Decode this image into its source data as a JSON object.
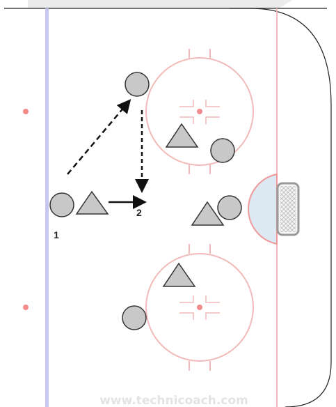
{
  "diagram": {
    "labels": {
      "player_one": "1",
      "pass_two": "2"
    },
    "watermark": "www.technicoach.com",
    "colors": {
      "background": "#ffffff",
      "board_line": "#222222",
      "blue_line": "#c7c7f2",
      "red_lines": "#f2b9b9",
      "faceoff_dots": "#f28c8c",
      "crease_fill": "#dde9f2",
      "crease_outline": "#ee9a9a",
      "player_fill": "#c8c8c8",
      "player_stroke": "#333333",
      "arrow": "#111111",
      "net": "#9a9a9a",
      "watermark": "#e3e3e3"
    }
  }
}
